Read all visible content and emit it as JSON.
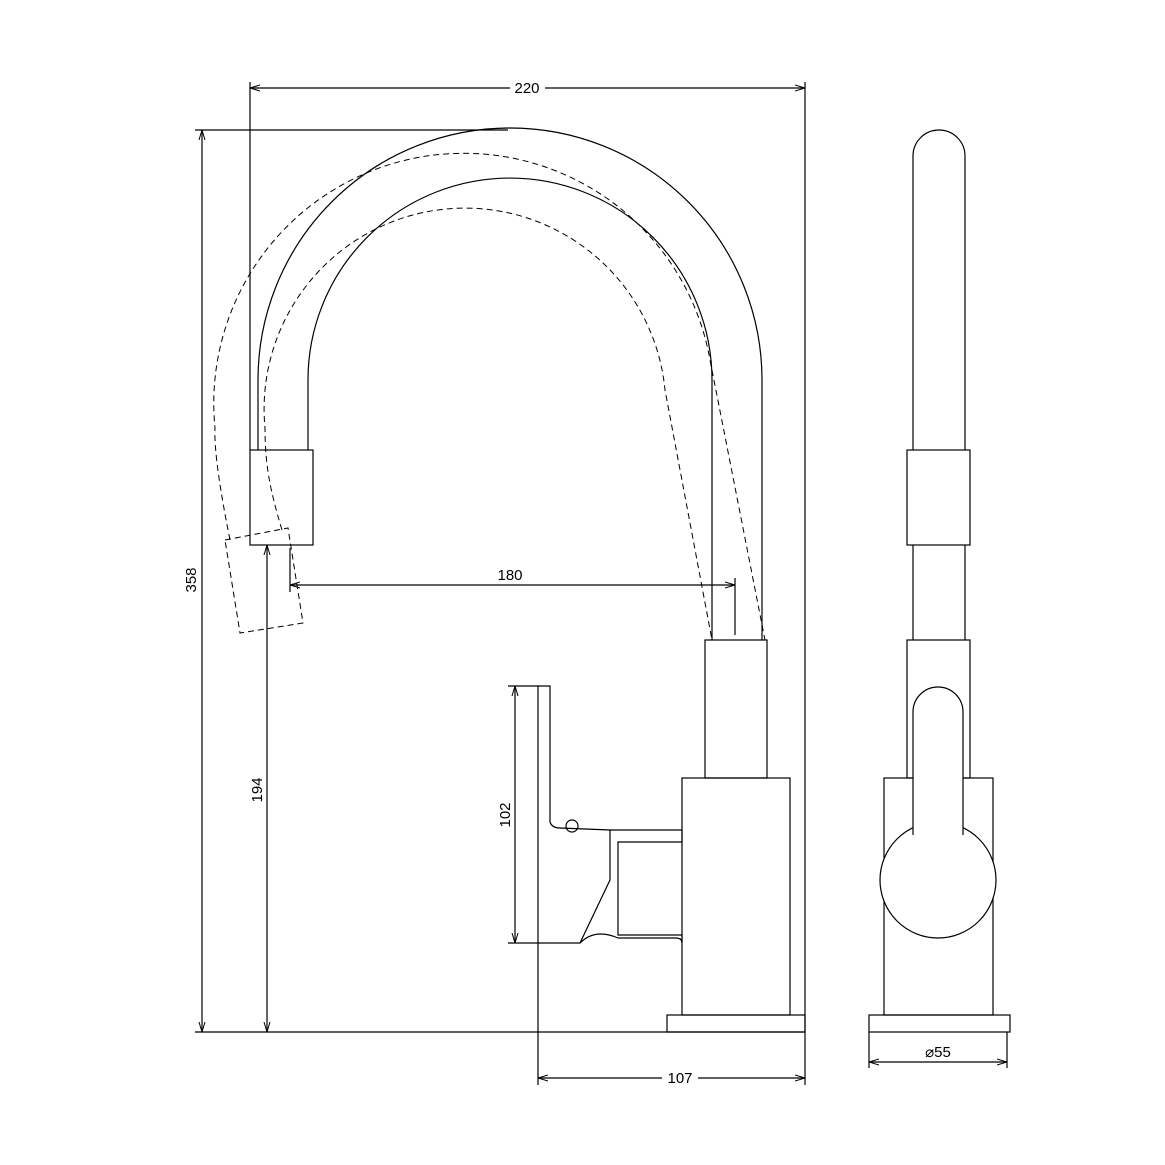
{
  "drawing": {
    "dimensions": {
      "overall_width": "220",
      "overall_height": "358",
      "reach": "180",
      "spout_clearance": "194",
      "handle_height": "102",
      "body_depth": "107",
      "base_diameter": "⌀55"
    }
  }
}
